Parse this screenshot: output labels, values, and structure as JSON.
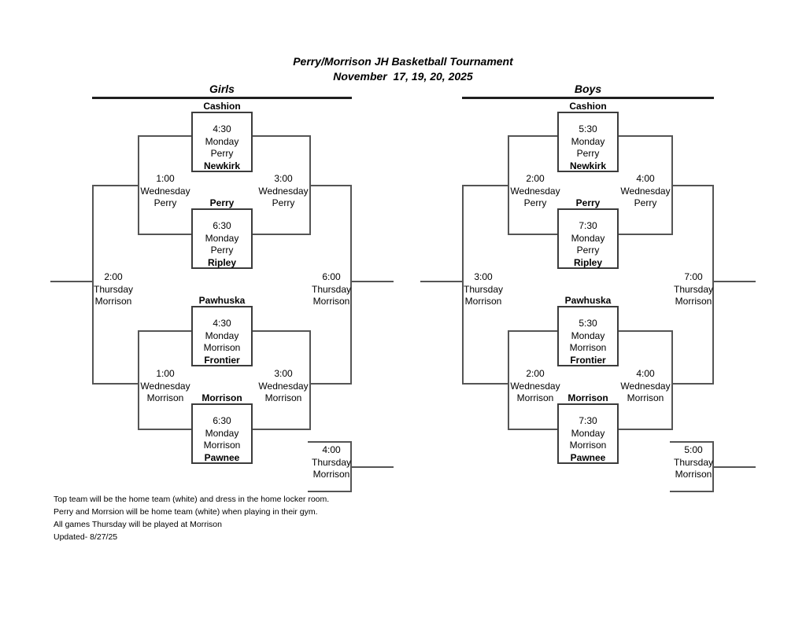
{
  "title": {
    "line1": "Perry/Morrison JH Basketball Tournament",
    "line2": "November  17, 19, 20, 2025"
  },
  "colors": {
    "background": "#ffffff",
    "bracket_line": "#555555",
    "box_border": "#3c3c3c",
    "text": "#000000"
  },
  "brackets": {
    "girls": {
      "header": "Girls",
      "games": {
        "g1": {
          "top": "Cashion",
          "time": "4:30",
          "day": "Monday",
          "site": "Perry",
          "bottom": "Newkirk"
        },
        "g2": {
          "top": "Perry",
          "time": "6:30",
          "day": "Monday",
          "site": "Perry",
          "bottom": "Ripley"
        },
        "g3": {
          "top": "Pawhuska",
          "time": "4:30",
          "day": "Monday",
          "site": "Morrison",
          "bottom": "Frontier"
        },
        "g4": {
          "top": "Morrison",
          "time": "6:30",
          "day": "Monday",
          "site": "Morrison",
          "bottom": "Pawnee"
        }
      },
      "semis": {
        "top_left": {
          "time": "1:00",
          "day": "Wednesday",
          "site": "Perry"
        },
        "top_right": {
          "time": "3:00",
          "day": "Wednesday",
          "site": "Perry"
        },
        "bottom_left": {
          "time": "1:00",
          "day": "Wednesday",
          "site": "Morrison"
        },
        "bottom_right": {
          "time": "3:00",
          "day": "Wednesday",
          "site": "Morrison"
        }
      },
      "finals": {
        "left": {
          "time": "2:00",
          "day": "Thursday",
          "site": "Morrison"
        },
        "right": {
          "time": "6:00",
          "day": "Thursday",
          "site": "Morrison"
        },
        "consolation": {
          "time": "4:00",
          "day": "Thursday",
          "site": "Morrison"
        }
      }
    },
    "boys": {
      "header": "Boys",
      "games": {
        "g1": {
          "top": "Cashion",
          "time": "5:30",
          "day": "Monday",
          "site": "Perry",
          "bottom": "Newkirk"
        },
        "g2": {
          "top": "Perry",
          "time": "7:30",
          "day": "Monday",
          "site": "Perry",
          "bottom": "Ripley"
        },
        "g3": {
          "top": "Pawhuska",
          "time": "5:30",
          "day": "Monday",
          "site": "Morrison",
          "bottom": "Frontier"
        },
        "g4": {
          "top": "Morrison",
          "time": "7:30",
          "day": "Monday",
          "site": "Morrison",
          "bottom": "Pawnee"
        }
      },
      "semis": {
        "top_left": {
          "time": "2:00",
          "day": "Wednesday",
          "site": "Perry"
        },
        "top_right": {
          "time": "4:00",
          "day": "Wednesday",
          "site": "Perry"
        },
        "bottom_left": {
          "time": "2:00",
          "day": "Wednesday",
          "site": "Morrison"
        },
        "bottom_right": {
          "time": "4:00",
          "day": "Wednesday",
          "site": "Morrison"
        }
      },
      "finals": {
        "left": {
          "time": "3:00",
          "day": "Thursday",
          "site": "Morrison"
        },
        "right": {
          "time": "7:00",
          "day": "Thursday",
          "site": "Morrison"
        },
        "consolation": {
          "time": "5:00",
          "day": "Thursday",
          "site": "Morrison"
        }
      }
    }
  },
  "footer": {
    "notes": [
      "Top team will be the home team (white) and dress in the home locker room.",
      "Perry and Morrsion will be home team (white) when playing in their gym.",
      "All games Thursday will be played at Morrison",
      "Updated- 8/27/25"
    ]
  }
}
